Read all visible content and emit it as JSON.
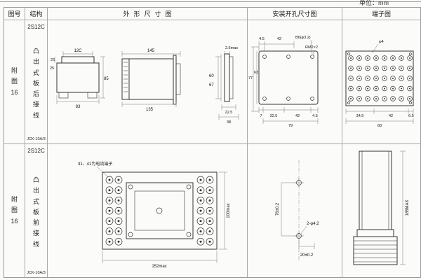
{
  "unit_label": "单位：mm",
  "headers": {
    "fig": "图号",
    "structure": "结构",
    "outline": "外形尺寸图",
    "install": "安装开孔尺寸图",
    "terminal": "端子图"
  },
  "rows": [
    {
      "fig": "附图16",
      "model": "2S12C",
      "desc": "凸出式板后接线",
      "code": "JCK-10A/3",
      "outline": {
        "front_top": "12C",
        "front_side_label": "2S",
        "front_left": "25",
        "front_bottom": "83",
        "front_right": "85",
        "side_top": "145",
        "side_bottom": "135",
        "h_inner": "60",
        "h_outer": "67",
        "panel_top": "2.5max",
        "panel_d1": "22.5",
        "panel_d2": "38"
      },
      "install": {
        "top_d1": "4.5",
        "top_d2": "42",
        "hole_label": "B6(φ3.2)",
        "screw_label": "RM2×2",
        "left_outer": "77",
        "left_inner": "63",
        "bottom_d0": "7",
        "bottom_d1": "32.5",
        "bottom_d2": "42",
        "bottom_d3": "4.5",
        "bottom_total": "79"
      },
      "terminal": {
        "hole_label": "φ4",
        "d1": "34.5",
        "d2": "42",
        "d3": "6.5",
        "total": "83"
      }
    },
    {
      "fig": "附图16",
      "model": "2S12C",
      "desc": "凸出式板前接线",
      "code": "JCK-10A/3",
      "outline": {
        "note": "31、41为电流端子",
        "height": "100max",
        "width": "152max"
      },
      "install": {
        "v_dim": "76±0.2",
        "holes_label": "2-φ4.2",
        "h_dim": "20±0.2"
      },
      "terminal": {
        "height": "185MAX"
      }
    }
  ]
}
